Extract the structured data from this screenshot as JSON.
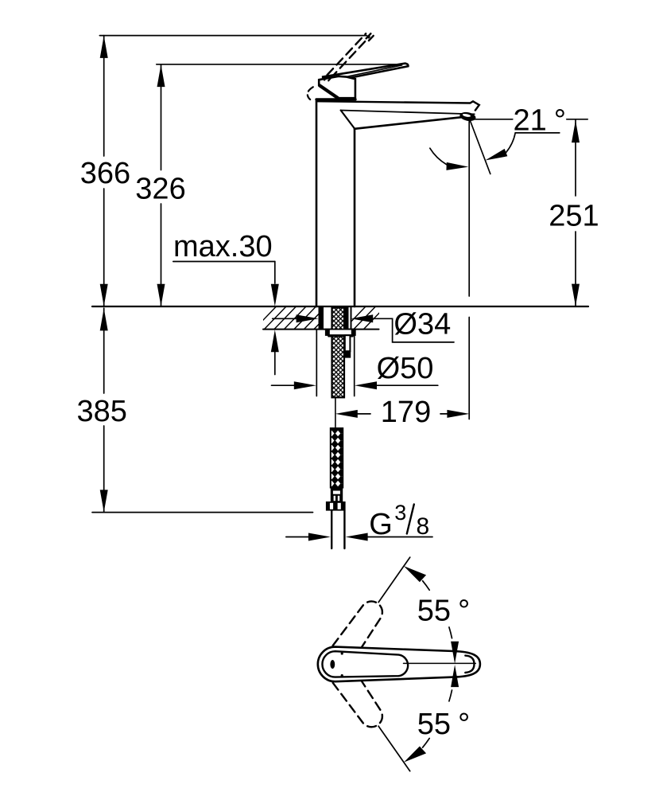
{
  "drawing": {
    "colors": {
      "ink": "#000000",
      "paper": "#ffffff"
    },
    "dimensions": {
      "total_height": "366",
      "lever_height": "326",
      "max_deck_thickness": "max.30",
      "hose_length_below_deck": "385",
      "spout_outlet_height": "251",
      "flow_angle": {
        "value": "21",
        "unit": "°",
        "text": "21°"
      },
      "shank_hole_diameter": "Ø34",
      "base_diameter": "Ø50",
      "spout_reach": "179",
      "thread_letter": "G",
      "thread_numerator": "3",
      "thread_denominator": "8",
      "swivel_angle_upper": {
        "value": "55",
        "unit": "°",
        "text": "55°"
      },
      "swivel_angle_lower": {
        "value": "55",
        "unit": "°",
        "text": "55°"
      }
    }
  }
}
